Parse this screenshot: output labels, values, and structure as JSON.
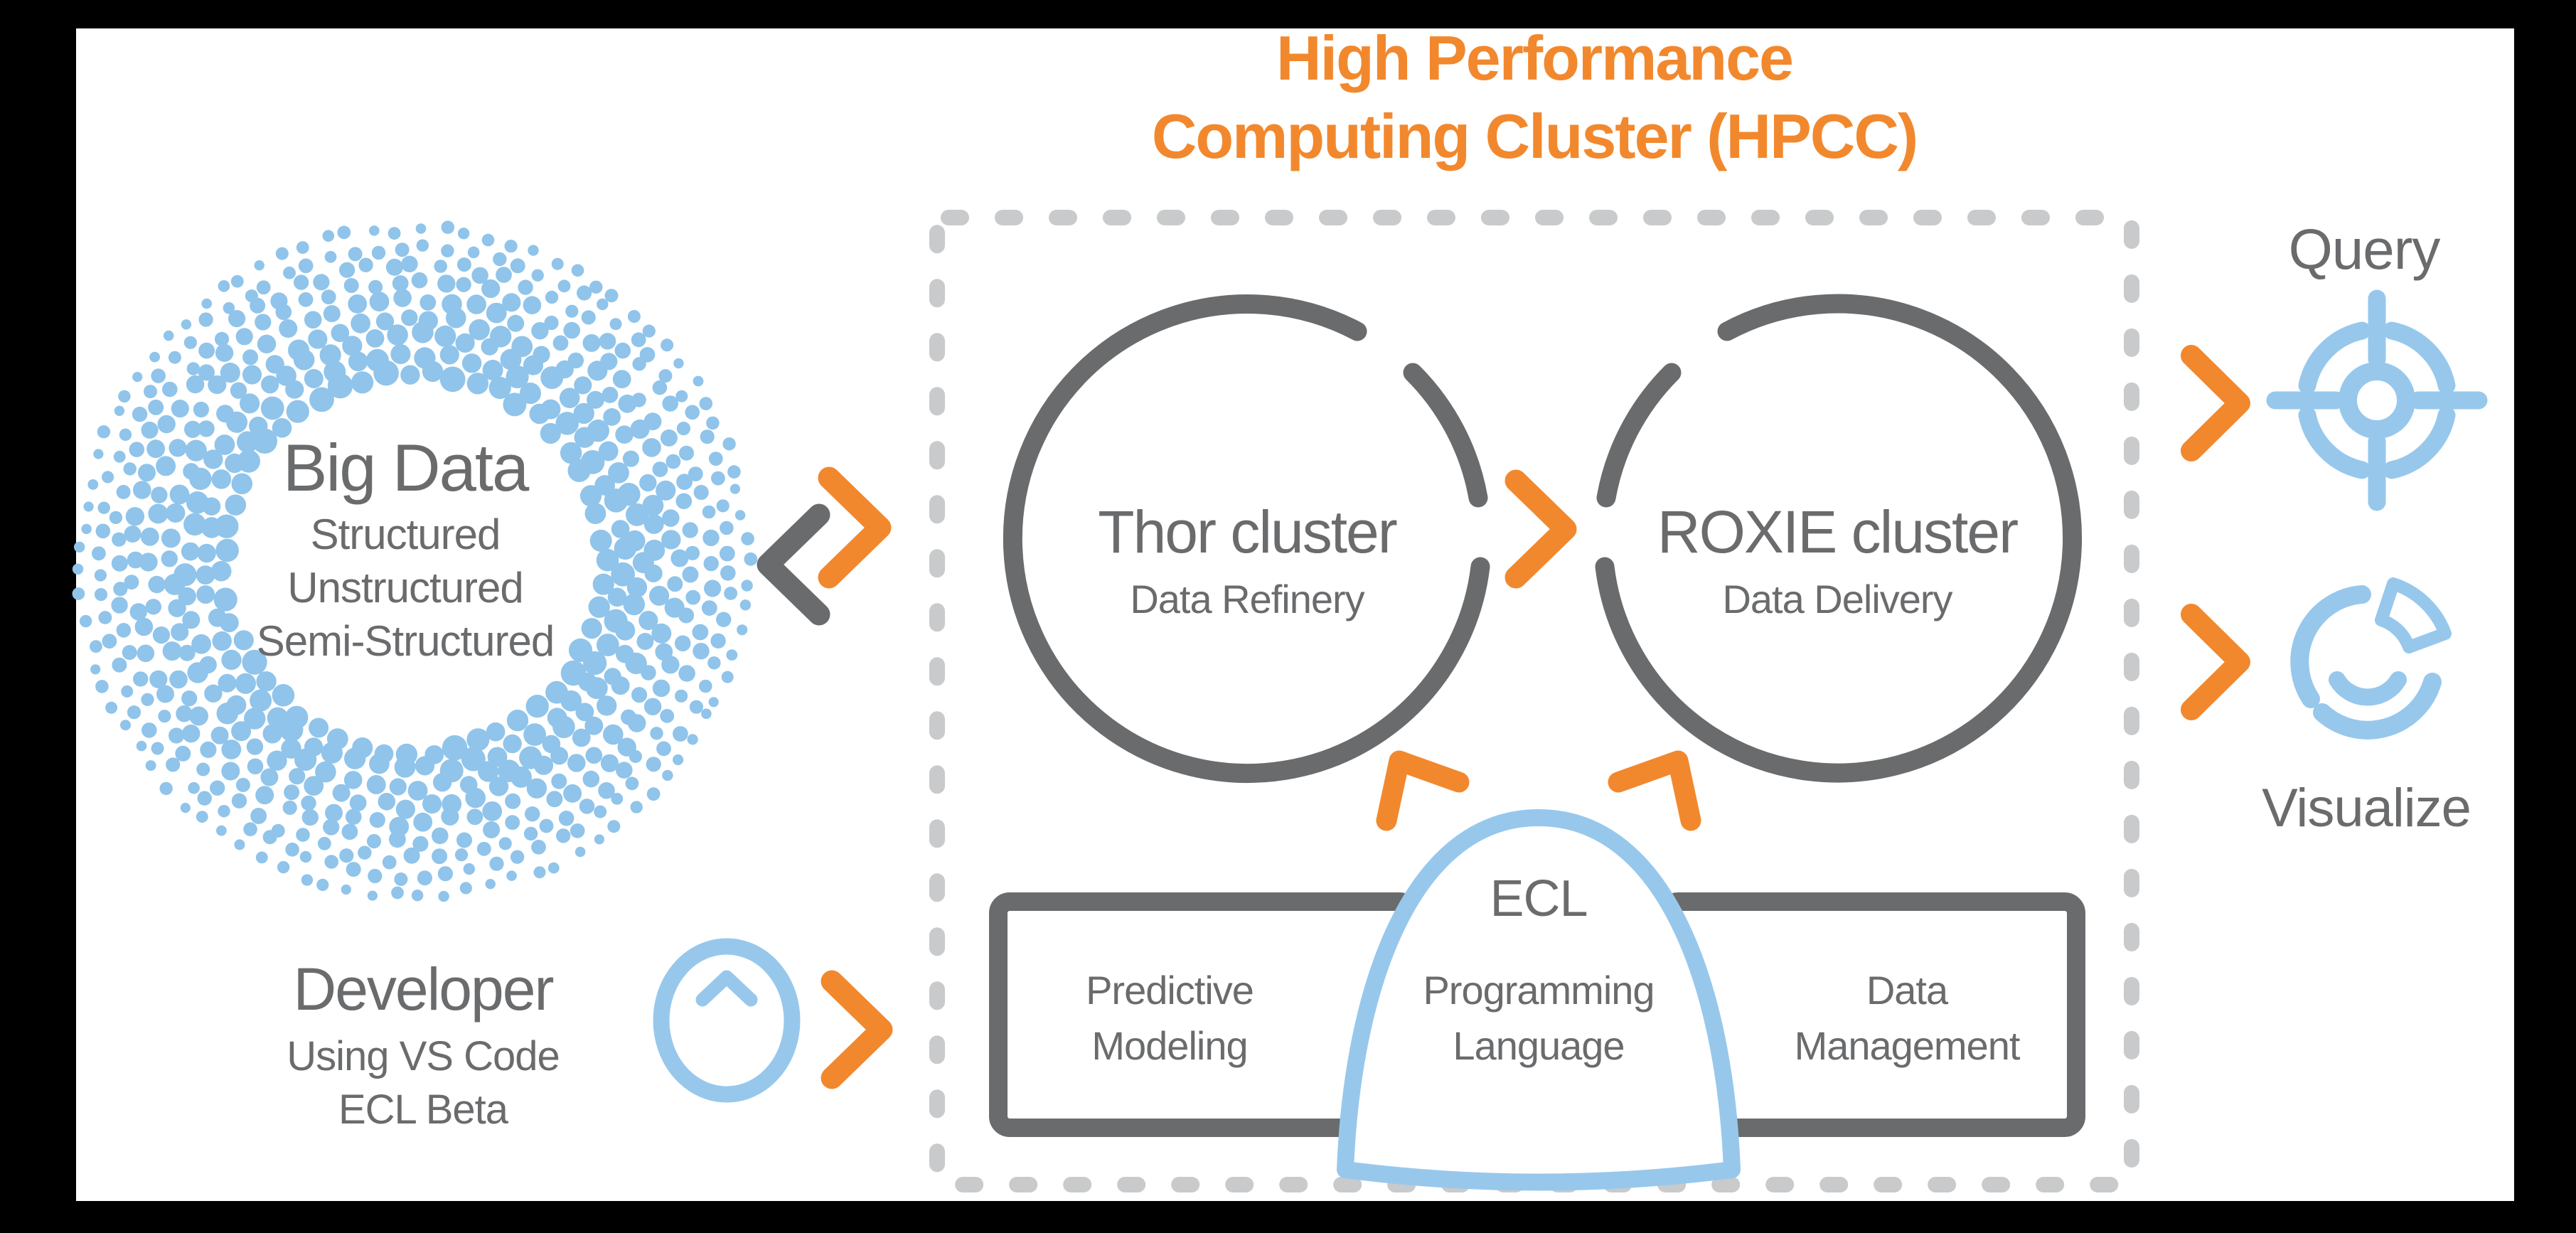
{
  "diagram_title": {
    "line1": "High Performance",
    "line2": "Computing Cluster (HPCC)"
  },
  "big_data": {
    "title": "Big Data",
    "subtitle1": "Structured",
    "subtitle2": "Unstructured",
    "subtitle3": "Semi-Structured"
  },
  "developer": {
    "title": "Developer",
    "subtitle1": "Using VS Code",
    "subtitle2": "ECL Beta"
  },
  "thor_cluster": {
    "title": "Thor cluster",
    "subtitle": "Data Refinery"
  },
  "roxie_cluster": {
    "title": "ROXIE cluster",
    "subtitle": "Data Delivery"
  },
  "ecl": {
    "line1": "ECL",
    "line2": "Programming",
    "line3": "Language"
  },
  "predictive_modeling": {
    "line1": "Predictive",
    "line2": "Modeling"
  },
  "data_management": {
    "line1": "Data",
    "line2": "Management"
  },
  "query_label": "Query",
  "visualize_label": "Visualize",
  "colors": {
    "orange": "#F2882D",
    "gray": "#6A6B6D",
    "blue": "#97C8EC",
    "dot_blue": "#90C4EA",
    "dash_gray": "#C9CACB",
    "background": "#000000",
    "canvas": "#FFFFFF"
  }
}
